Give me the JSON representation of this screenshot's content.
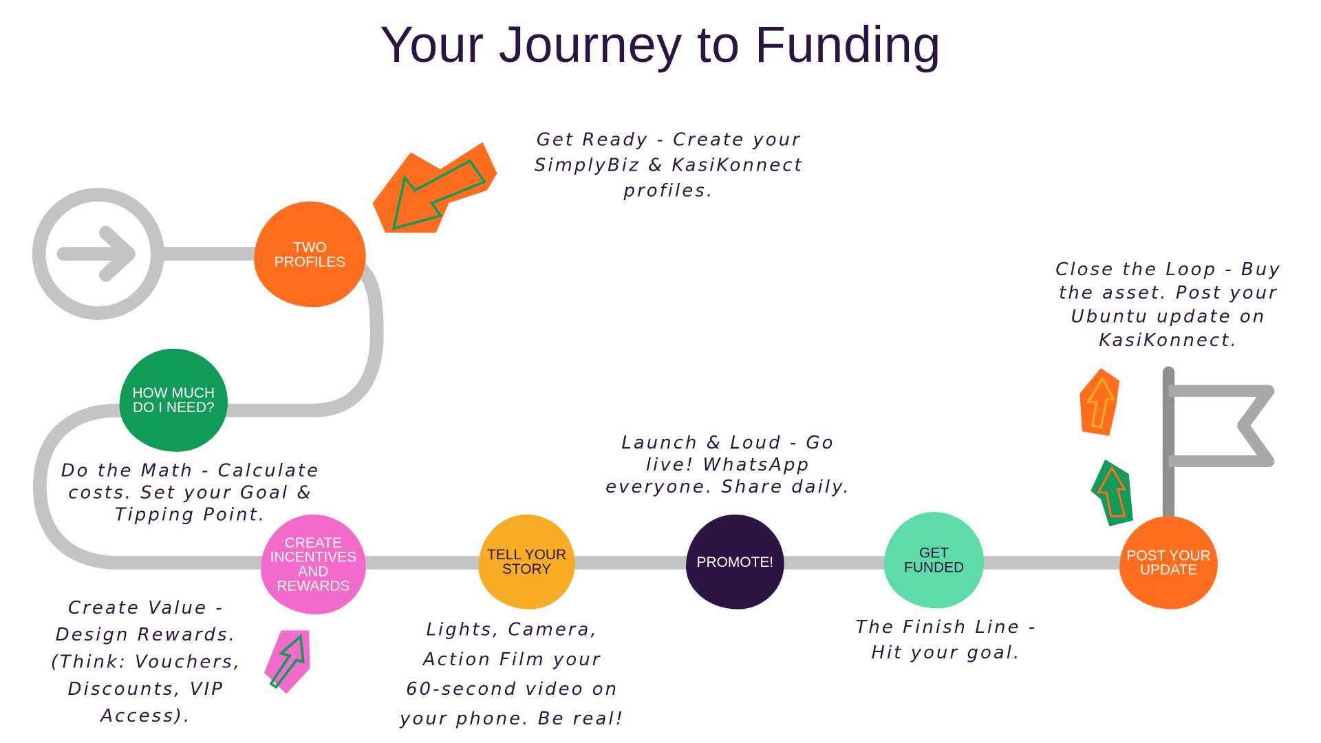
{
  "title": "Your Journey to Funding",
  "colors": {
    "path": "#c4c4c4",
    "text": "#2a1540",
    "orange": "#ff6e1f",
    "green": "#129a58",
    "pink": "#f26bcb",
    "yellow": "#f6ac25",
    "purple": "#2c1444",
    "mint": "#5ddba9"
  },
  "icons": [
    "start-arrow-circle-icon",
    "finish-flag-icon",
    "orange-arrow-icon",
    "pink-arrow-icon",
    "orange-up-arrow-icon",
    "green-up-arrow-icon"
  ],
  "steps": [
    {
      "label": "Two Profiles",
      "caption": "Get Ready - Create your\nSimplyBiz & KasiKonnect\nprofiles."
    },
    {
      "label": "How much do I need?",
      "caption": "Do the Math - Calculate\ncosts. Set your Goal &\nTipping Point."
    },
    {
      "label": "Create Incentives and Rewards",
      "caption": "Create Value -\nDesign Rewards.\n(Think: Vouchers,\nDiscounts, VIP\nAccess)."
    },
    {
      "label": "Tell your story",
      "caption": "Lights, Camera,\nAction Film your\n60-second video on\nyour phone. Be real!"
    },
    {
      "label": "Promote!",
      "caption": "Launch & Loud - Go\nlive! WhatsApp\neveryone. Share daily."
    },
    {
      "label": "Get Funded",
      "caption": "The Finish Line -\nHit your goal."
    },
    {
      "label": "Post your update",
      "caption": "Close the Loop - Buy\nthe asset. Post your\nUbuntu update on\nKasiKonnect."
    }
  ]
}
